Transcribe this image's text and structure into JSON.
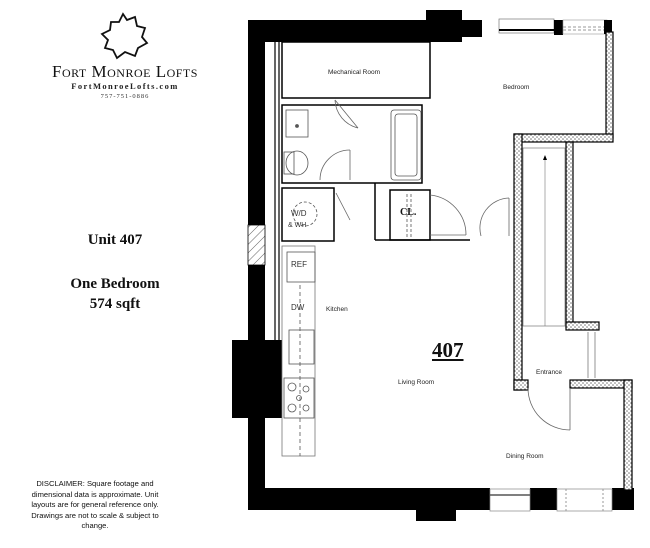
{
  "branding": {
    "logo_icon": "fort-outline-icon",
    "name": "Fort Monroe Lofts",
    "website": "FortMonroeLofts.com",
    "phone": "757-751-0886"
  },
  "unit": {
    "title": "Unit 407",
    "type": "One Bedroom",
    "size": "574 sqft",
    "number_label": "407"
  },
  "rooms": {
    "mechanical": "Mechanical Room",
    "bedroom": "Bedroom",
    "kitchen": "Kitchen",
    "living": "Living Room",
    "entrance": "Entrance",
    "dining": "Dining Room"
  },
  "fixtures": {
    "washer_dryer": "W/D",
    "water_heater": "& WH",
    "closet": "CL.",
    "refrigerator": "REF",
    "dishwasher": "DW"
  },
  "disclaimer": "DISCLAIMER: Square footage and dimensional data is approximate. Unit layouts are for general reference only. Drawings are not to scale & subject to change.",
  "colors": {
    "wall": "#000000",
    "background": "#ffffff",
    "fixture_line": "#555555",
    "exterior_wall_hatch": "#888888"
  }
}
